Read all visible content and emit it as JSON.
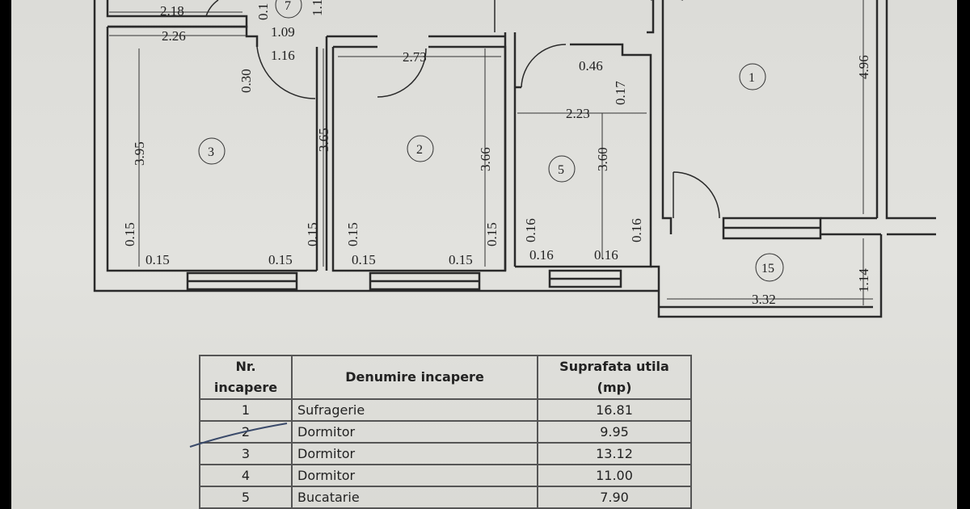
{
  "plan": {
    "room_numbers": [
      "1",
      "2",
      "3",
      "5",
      "15",
      "7"
    ],
    "dimensions": {
      "d218": "2.18",
      "d226": "2.26",
      "d109": "1.09",
      "d116": "1.16",
      "d030": "0.30",
      "d273": "2.73",
      "d046": "0.46",
      "d017": "0.17",
      "d223": "2.23",
      "d496": "4.96",
      "d395": "3.95",
      "d365": "3.65",
      "d366": "3.66",
      "d360": "3.60",
      "d114": "1.14",
      "d332": "3.32",
      "d015": "0.15",
      "d016": "0.16",
      "d01x": "0.1",
      "d11x": "1.1"
    }
  },
  "table": {
    "headers": [
      "Nr. incapere",
      "Denumire incapere",
      "Suprafata utila (mp)"
    ],
    "rows": [
      {
        "nr": "1",
        "name": "Sufragerie",
        "area": "16.81"
      },
      {
        "nr": "2",
        "name": "Dormitor",
        "area": "9.95"
      },
      {
        "nr": "3",
        "name": "Dormitor",
        "area": "13.12"
      },
      {
        "nr": "4",
        "name": "Dormitor",
        "area": "11.00"
      },
      {
        "nr": "5",
        "name": "Bucatarie",
        "area": "7.90"
      }
    ]
  }
}
